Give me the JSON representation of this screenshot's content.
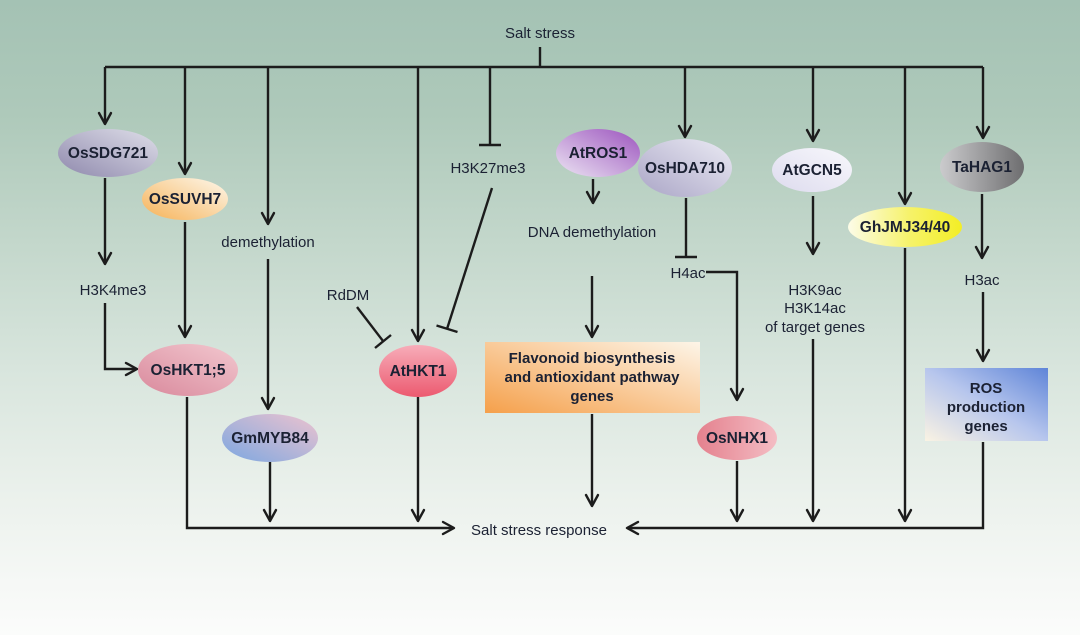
{
  "title": "Salt stress",
  "response_label": "Salt stress response",
  "nodes": {
    "OsSDG721": "OsSDG721",
    "OsSUVH7": "OsSUVH7",
    "OsHKT1_5": "OsHKT1;5",
    "GmMYB84": "GmMYB84",
    "AtHKT1": "AtHKT1",
    "AtROS1": "AtROS1",
    "OsHDA710": "OsHDA710",
    "AtGCN5": "AtGCN5",
    "GhJMJ34_40": "GhJMJ34/40",
    "TaHAG1": "TaHAG1",
    "OsNHX1": "OsNHX1"
  },
  "labels": {
    "h3k4me3": "H3K4me3",
    "demethylation": "demethylation",
    "rddm": "RdDM",
    "h3k27me3": "H3K27me3",
    "dna_demethylation": "DNA demethylation",
    "h4ac": "H4ac",
    "h3k9ac": "H3K9ac",
    "h3k14ac": "H3K14ac",
    "of_target_genes": "of target genes",
    "h3ac": "H3ac"
  },
  "boxes": {
    "flavonoid": {
      "line1": "Flavonoid biosynthesis",
      "line2": "and antioxidant pathway",
      "line3": "genes"
    },
    "ros": {
      "line1": "ROS",
      "line2": "production",
      "line3": "genes"
    }
  },
  "colors": {
    "arrow": "#1c1c1c",
    "text": "#1b2133",
    "background_top": "#a4c2b4",
    "background_bottom": "#fbfcfb",
    "flavonoid_box": "#f5a04b",
    "ros_box": "#5f85d8",
    "ghjmj_yellow": "#f3ee25"
  }
}
